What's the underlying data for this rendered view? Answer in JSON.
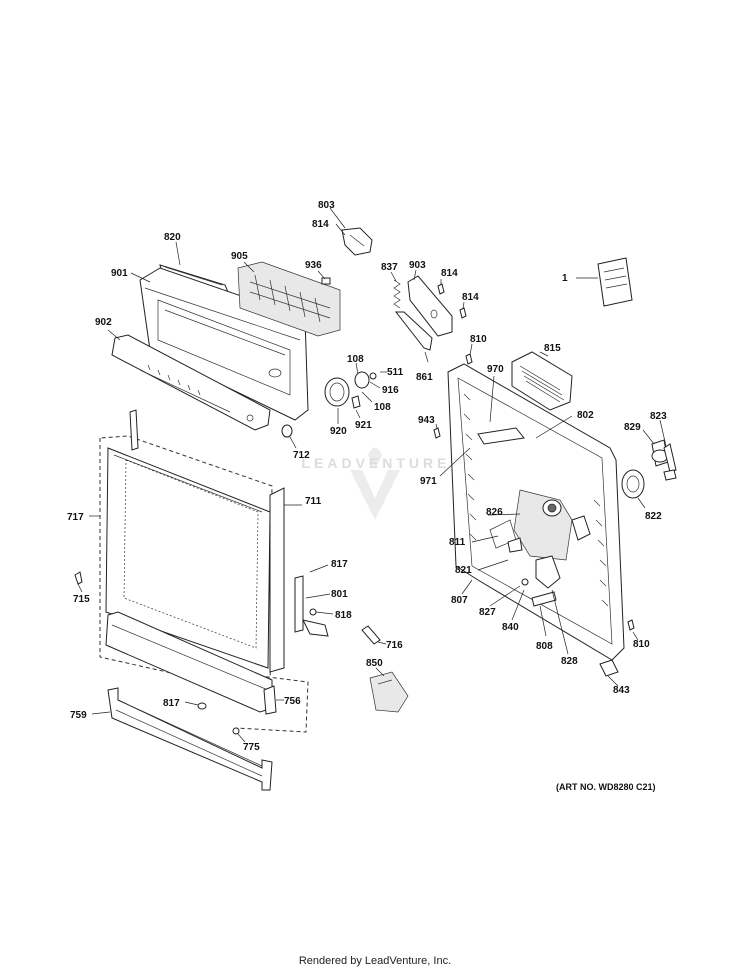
{
  "diagram": {
    "art_number": "(ART NO. WD8280 C21)",
    "watermark_text": "LEADVENTURE",
    "footer": "Rendered by LeadVenture, Inc.",
    "callouts": [
      "803",
      "814",
      "820",
      "905",
      "936",
      "837",
      "903",
      "814",
      "901",
      "814",
      "1",
      "902",
      "810",
      "108",
      "511",
      "970",
      "815",
      "916",
      "108",
      "861",
      "920",
      "921",
      "943",
      "802",
      "823",
      "829",
      "712",
      "711",
      "971",
      "822",
      "717",
      "826",
      "811",
      "817",
      "821",
      "715",
      "801",
      "818",
      "807",
      "827",
      "840",
      "810",
      "716",
      "808",
      "828",
      "850",
      "843",
      "817",
      "756",
      "759",
      "775"
    ]
  }
}
